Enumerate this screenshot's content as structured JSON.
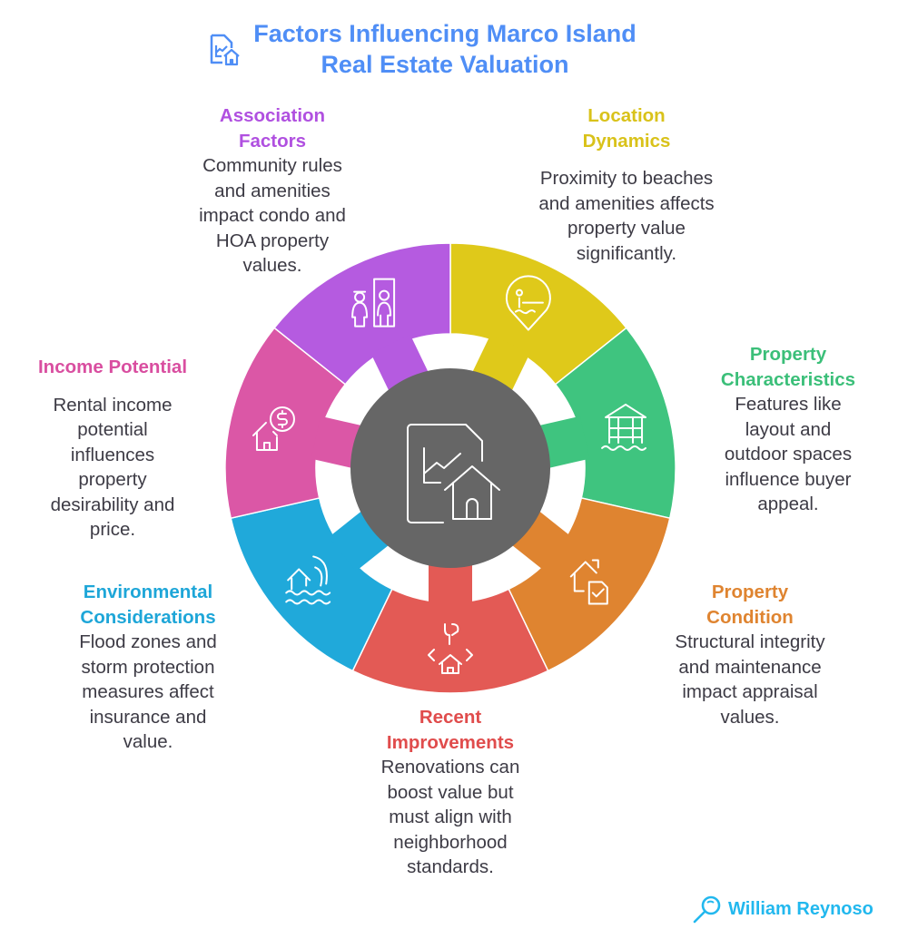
{
  "title": {
    "line1": "Factors Influencing Marco Island",
    "line2": "Real Estate Valuation",
    "icon": "chart-house-document-icon"
  },
  "center_icon": "chart-house-document-icon",
  "colors": {
    "title": "#4f8ef6",
    "center": "#666666",
    "body_text": "#3d3b45",
    "footer": "#22b8ee"
  },
  "factors": [
    {
      "id": "location",
      "heading": [
        "Location",
        "Dynamics"
      ],
      "body": [
        "Proximity to beaches",
        "and amenities affects",
        "property value",
        "significantly."
      ],
      "color": "#dfc91a",
      "heading_color": "#d9c21a",
      "icon": "beach-location-pin-icon"
    },
    {
      "id": "characteristics",
      "heading": [
        "Property",
        "Characteristics"
      ],
      "body": [
        "Features like",
        "layout and",
        "outdoor spaces",
        "influence buyer",
        "appeal."
      ],
      "color": "#3fc47f",
      "heading_color": "#3bbf79",
      "icon": "waterfront-house-icon"
    },
    {
      "id": "condition",
      "heading": [
        "Property",
        "Condition"
      ],
      "body": [
        "Structural integrity",
        "and maintenance",
        "impact appraisal",
        "values."
      ],
      "color": "#df8430",
      "heading_color": "#df8430",
      "icon": "house-checklist-icon"
    },
    {
      "id": "improvements",
      "heading": [
        "Recent",
        "Improvements"
      ],
      "body": [
        "Renovations can",
        "boost value but",
        "must align with",
        "neighborhood",
        "standards."
      ],
      "color": "#e35a55",
      "heading_color": "#e04c4c",
      "icon": "renovation-house-icon"
    },
    {
      "id": "environmental",
      "heading": [
        "Environmental",
        "Considerations"
      ],
      "body": [
        "Flood zones and",
        "storm protection",
        "measures affect",
        "insurance and",
        "value."
      ],
      "color": "#20a9da",
      "heading_color": "#1ea6d8",
      "icon": "flood-wave-house-icon"
    },
    {
      "id": "income",
      "heading": [
        "Income Potential"
      ],
      "body": [
        "Rental income",
        "potential",
        "influences",
        "property",
        "desirability and",
        "price."
      ],
      "color": "#db57a6",
      "heading_color": "#d94ea0",
      "icon": "house-dollar-icon"
    },
    {
      "id": "association",
      "heading": [
        "Association",
        "Factors"
      ],
      "body": [
        "Community rules",
        "and amenities",
        "impact condo and",
        "HOA property",
        "values."
      ],
      "color": "#b55be0",
      "heading_color": "#b050e0",
      "icon": "community-people-icon"
    }
  ],
  "footer": {
    "name": "William Reynoso",
    "icon": "magnifier-icon"
  }
}
